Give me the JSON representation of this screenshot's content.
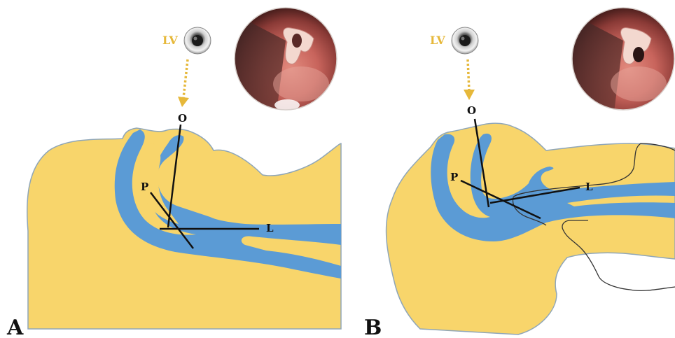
{
  "colors": {
    "tissue": "#f8d56b",
    "tissue_edge": "#8fa6b8",
    "airway": "#5b9bd5",
    "axis_line": "#111111",
    "lv_label": "#e6b83a",
    "mucosa": "#c2605a",
    "outline": "#333333"
  },
  "icons": {
    "camera": "camera-lens-icon",
    "arrow": "dotted-arrow-down-icon"
  },
  "panels": [
    {
      "letter": "A",
      "lv_label": "LV",
      "axis_labels": {
        "o": "O",
        "p": "P",
        "l": "L"
      }
    },
    {
      "letter": "B",
      "lv_label": "LV",
      "axis_labels": {
        "o": "O",
        "p": "P",
        "l": "L"
      }
    }
  ]
}
